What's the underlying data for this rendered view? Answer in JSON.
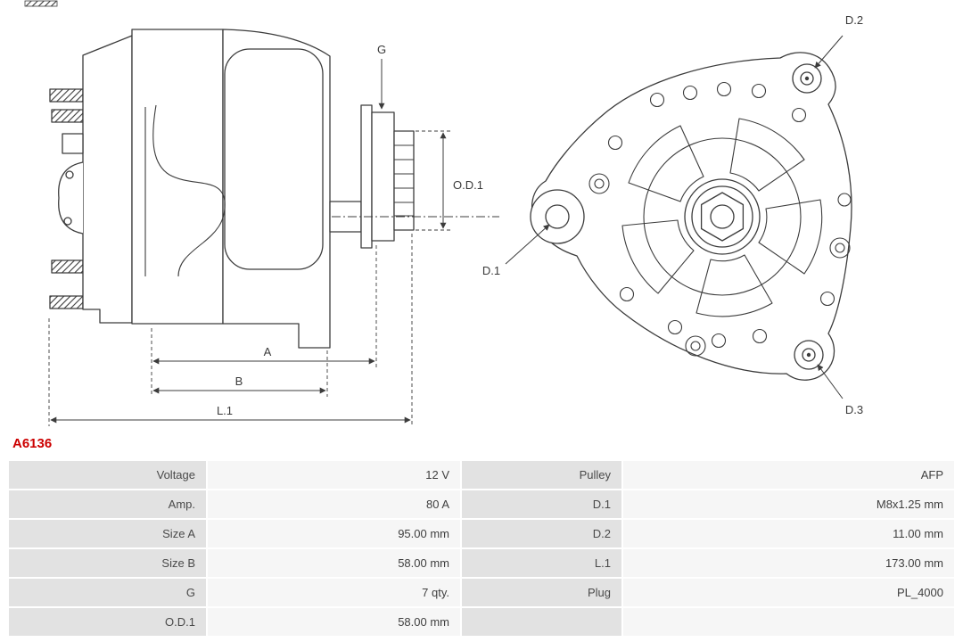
{
  "part_number": "A6136",
  "colors": {
    "part_number_red": "#cc0000",
    "table_label_bg": "#e2e2e2",
    "table_value_bg": "#f6f6f6",
    "drawing_line": "#3c3c3c"
  },
  "diagram": {
    "side_view": {
      "labels": {
        "g": "G",
        "od1": "O.D.1",
        "a": "A",
        "b": "B",
        "l1": "L.1"
      }
    },
    "front_view": {
      "labels": {
        "d1": "D.1",
        "d2": "D.2",
        "d3": "D.3"
      }
    }
  },
  "spec_table": {
    "rows": [
      {
        "label_left": "Voltage",
        "value_left": "12 V",
        "label_right": "Pulley",
        "value_right": "AFP"
      },
      {
        "label_left": "Amp.",
        "value_left": "80 A",
        "label_right": "D.1",
        "value_right": "M8x1.25 mm"
      },
      {
        "label_left": "Size A",
        "value_left": "95.00 mm",
        "label_right": "D.2",
        "value_right": "11.00 mm"
      },
      {
        "label_left": "Size B",
        "value_left": "58.00 mm",
        "label_right": "L.1",
        "value_right": "173.00 mm"
      },
      {
        "label_left": "G",
        "value_left": "7 qty.",
        "label_right": "Plug",
        "value_right": "PL_4000"
      },
      {
        "label_left": "O.D.1",
        "value_left": "58.00 mm",
        "label_right": "",
        "value_right": ""
      }
    ]
  }
}
